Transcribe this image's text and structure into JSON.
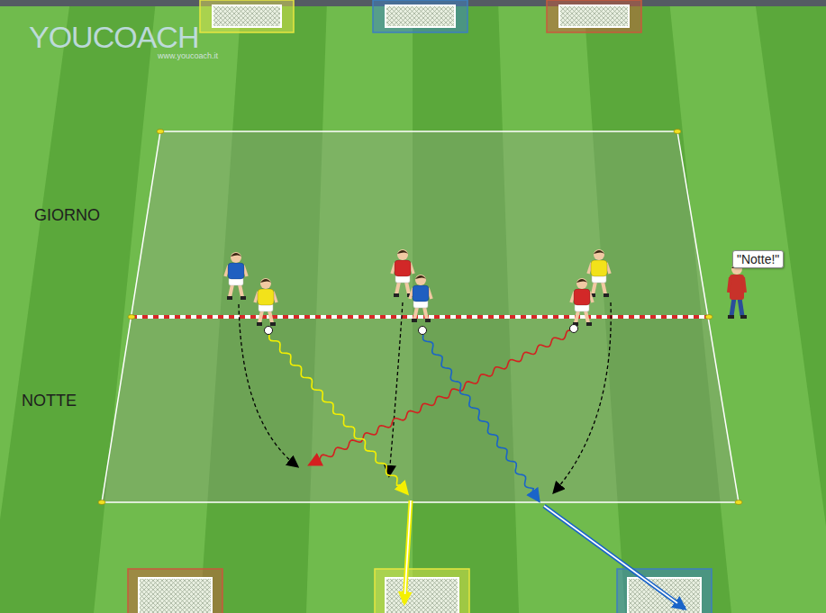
{
  "diagram": {
    "nodes": [
      {
        "text": [
          "\"Notte!\""
        ]
      }
    ],
    "labels": [
      "YOUCOACH",
      "www.youcoach.it",
      "GIORNO",
      "NOTTE"
    ]
  }
}
